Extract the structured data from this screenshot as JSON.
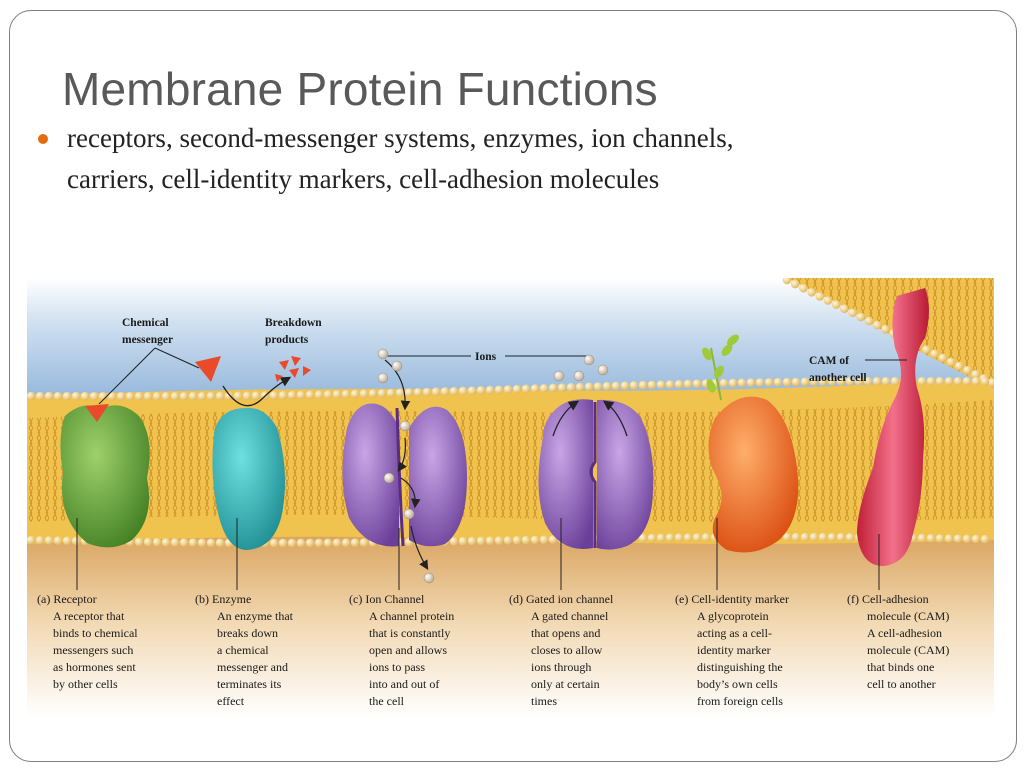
{
  "slide": {
    "title": "Membrane Protein Functions",
    "bullet_line1": "receptors,  second-messenger systems, enzymes,  ion channels,",
    "bullet_line2": "carriers,  cell-identity markers,  cell-adhesion molecules"
  },
  "labels": {
    "chemical_1": "Chemical",
    "chemical_2": "messenger",
    "breakdown_1": "Breakdown",
    "breakdown_2": "products",
    "ions": "Ions",
    "cam_1": "CAM of",
    "cam_2": "another cell"
  },
  "captions": {
    "a": [
      "(a) Receptor",
      "A receptor that",
      "binds to chemical",
      "messengers such",
      "as hormones sent",
      "by other cells"
    ],
    "b": [
      "(b) Enzyme",
      "An enzyme that",
      "breaks down",
      "a chemical",
      "messenger and",
      "terminates its",
      "effect"
    ],
    "c": [
      "(c) Ion Channel",
      "A channel protein",
      "that is constantly",
      "open and allows",
      "ions to pass",
      "into and out of",
      "the cell"
    ],
    "d": [
      "(d) Gated ion channel",
      "A gated channel",
      "that opens and",
      "closes to allow",
      "ions through",
      "only at certain",
      "times"
    ],
    "e": [
      "(e) Cell-identity marker",
      "A glycoprotein",
      "acting as a cell-",
      "identity marker",
      "distinguishing the",
      "body’s own cells",
      "from foreign cells"
    ],
    "f": [
      "(f) Cell-adhesion",
      "molecule (CAM)",
      "A cell-adhesion",
      "molecule (CAM)",
      "that binds one",
      "cell to another"
    ]
  },
  "colors": {
    "bullet": "#e46c0a",
    "receptor": "#6fae3a",
    "enzyme": "#2fb5b8",
    "channel": "#8a5fb5",
    "identity": "#f06a1c",
    "adhesion": "#e0405a",
    "membrane": "#e9b94a"
  }
}
